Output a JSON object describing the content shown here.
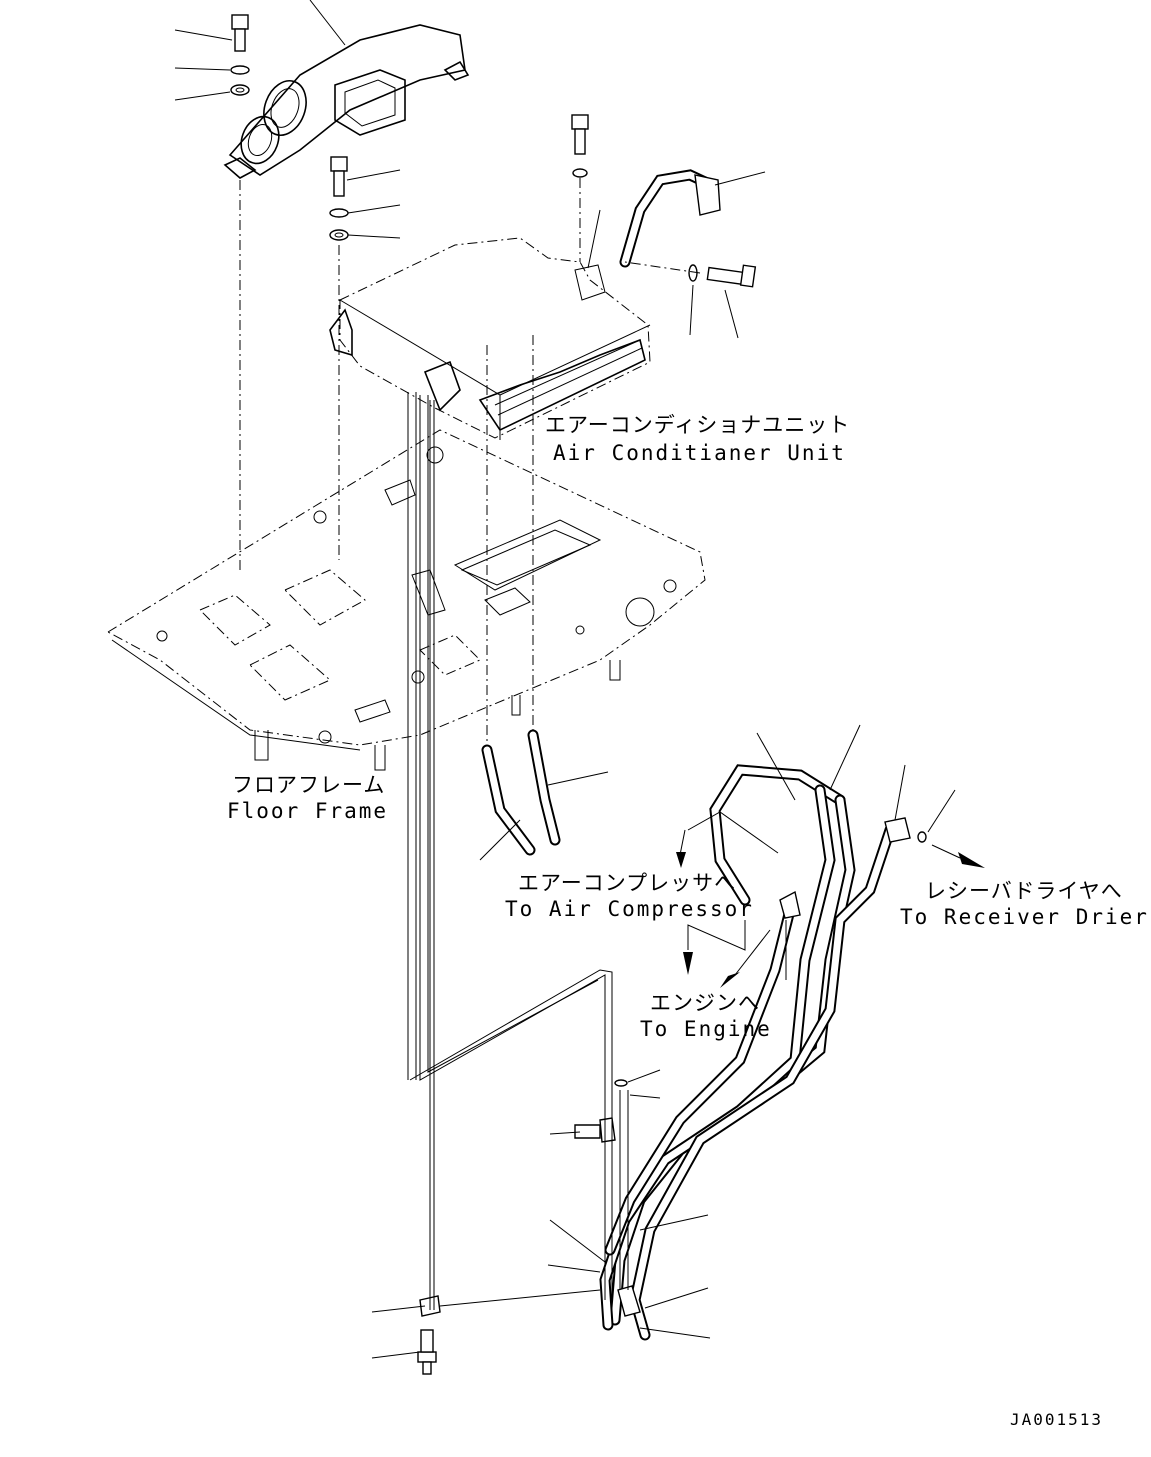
{
  "labels": {
    "air_conditioner_jp": "エアーコンディショナユニット",
    "air_conditioner_en": "Air Conditianer Unit",
    "floor_frame_jp": "フロアフレーム",
    "floor_frame_en": "Floor Frame",
    "air_compressor_jp": "エアーコンプレッサへ",
    "air_compressor_en": "To Air Compressor",
    "receiver_drier_jp": "レシーバドライヤへ",
    "receiver_drier_en": "To Receiver Drier",
    "engine_jp": "エンジンへ",
    "engine_en": "To Engine",
    "drawing_code": "JA001513"
  }
}
